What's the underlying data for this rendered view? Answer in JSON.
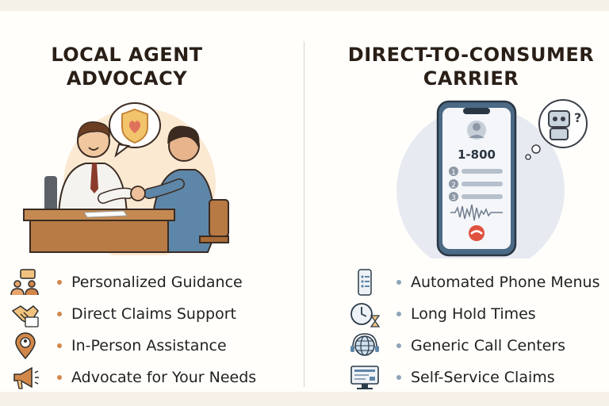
{
  "left": {
    "title_line1": "LOCAL AGENT",
    "title_line2": "ADVOCACY",
    "items": [
      {
        "label": "Personalized Guidance",
        "icon": "people-chat-icon"
      },
      {
        "label": "Direct Claims Support",
        "icon": "handshake-icon"
      },
      {
        "label": "In-Person Assistance",
        "icon": "location-pin-icon"
      },
      {
        "label": "Advocate for Your Needs",
        "icon": "megaphone-icon"
      }
    ]
  },
  "right": {
    "title_line1": "DIRECT-TO-CONSUMER",
    "title_line2": "CARRIER",
    "phone_number": "1-800",
    "menu_numbers": [
      "1",
      "2",
      "3"
    ],
    "items": [
      {
        "label": "Automated Phone Menus",
        "icon": "phone-menu-icon"
      },
      {
        "label": "Long Hold Times",
        "icon": "clock-hourglass-icon"
      },
      {
        "label": "Generic Call Centers",
        "icon": "globe-headset-icon"
      },
      {
        "label": "Self-Service Claims",
        "icon": "computer-form-icon"
      }
    ]
  },
  "colors": {
    "accent_orange": "#d2874a",
    "accent_blue": "#8fa4b8",
    "title": "#2a1f17"
  }
}
